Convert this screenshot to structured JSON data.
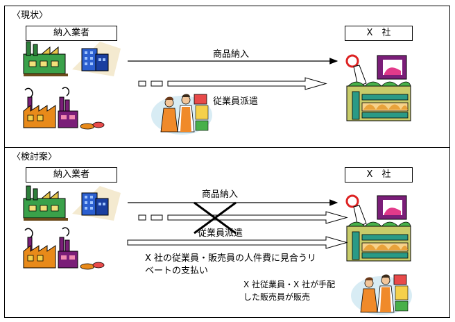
{
  "current": {
    "title": "〈現状〉",
    "supplier_label": "納入業者",
    "company_label": "X　社",
    "arrow_goods": "商品納入",
    "arrow_staff": "従業員派遣"
  },
  "proposal": {
    "title": "〈検討案〉",
    "supplier_label": "納入業者",
    "company_label": "X　社",
    "arrow_goods": "商品納入",
    "arrow_staff": "従業員派遣",
    "rebate_line1": "X 社の従業員・販売員の人件費に見合うリ",
    "rebate_line2": "ベートの支払い",
    "sales_line1": "X 社従業員・X 社が手配",
    "sales_line2": "した販売員が販売"
  },
  "colors": {
    "store_teal": "#2a9a86",
    "store_purple": "#7a1e78",
    "factory_green": "#3aa14a",
    "factory_orange": "#e88a1a",
    "building_blue": "#2b5fd0"
  }
}
